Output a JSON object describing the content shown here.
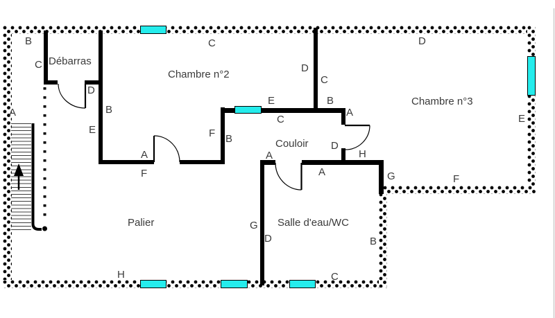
{
  "plan": {
    "type": "floor-plan",
    "rooms": [
      {
        "name": "Débarras"
      },
      {
        "name": "Chambre n°2"
      },
      {
        "name": "Chambre n°3"
      },
      {
        "name": "Couloir"
      },
      {
        "name": "Palier"
      },
      {
        "name": "Salle d'eau/WC"
      }
    ],
    "wall_letters": [
      "B",
      "C",
      "A",
      "E",
      "D",
      "C",
      "B",
      "D",
      "E",
      "F",
      "A",
      "F",
      "C",
      "B",
      "A",
      "D",
      "H",
      "D",
      "C",
      "B",
      "A",
      "G",
      "F",
      "E",
      "A",
      "G",
      "D",
      "B",
      "C",
      "H"
    ],
    "icons": {
      "stairs_arrow": "up-arrow"
    },
    "colors": {
      "wall": "#000000",
      "window": "#25ECEC",
      "text": "#3a3a3a"
    }
  }
}
